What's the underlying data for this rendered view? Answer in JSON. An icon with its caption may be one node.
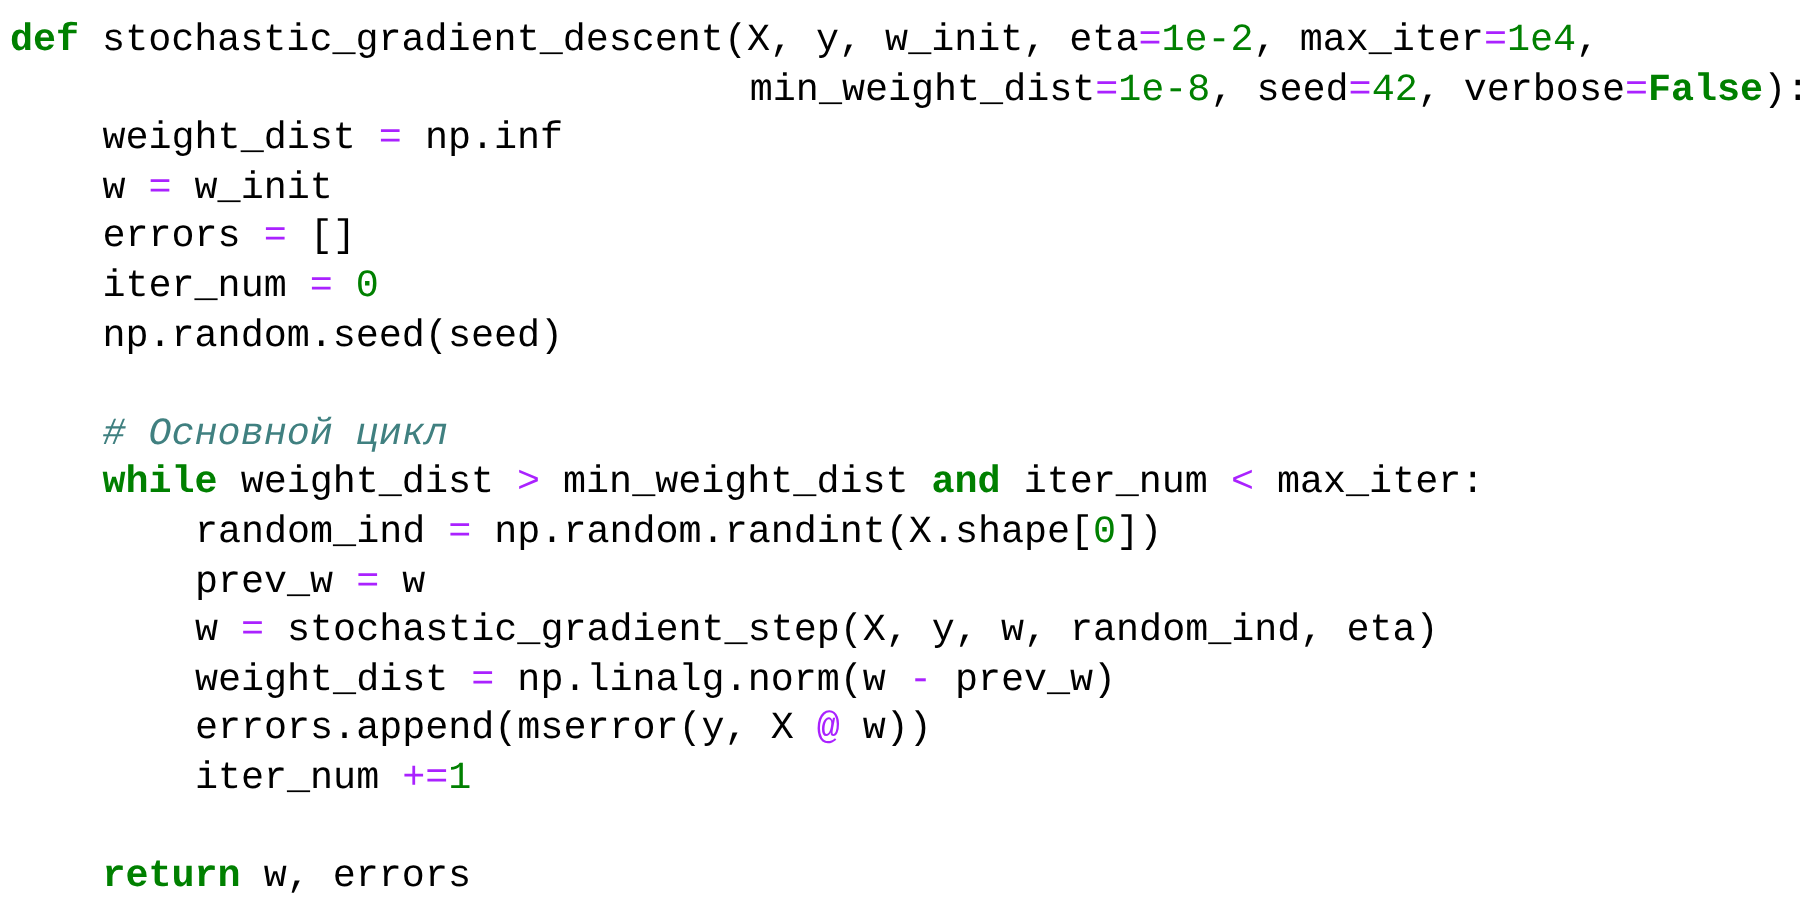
{
  "diagram": {
    "labels": [
      "**def** stochastic_gradient_descent(X, y, w_init, eta=1e-2, max_iter=1e4,",
      "min_weight_dist=1e-8, seed=42, verbose=**False**):",
      "weight_dist = np.inf",
      "w = w_init",
      "errors = []",
      "iter_num = 0",
      "np.random.seed(seed)",
      "# Основной цикл",
      "**while** weight_dist > min_weight_dist **and** iter_num < max_iter:",
      "random_ind = np.random.randint(X.shape[0])",
      "prev_w = w",
      "w = stochastic_gradient_step(X, y, w, random_ind, eta)",
      "weight_dist = np.linalg.norm(w - prev_w)",
      "errors.append(mserror(y, X @ w))",
      "iter_num +=1",
      "**return** w, errors"
    ]
  }
}
